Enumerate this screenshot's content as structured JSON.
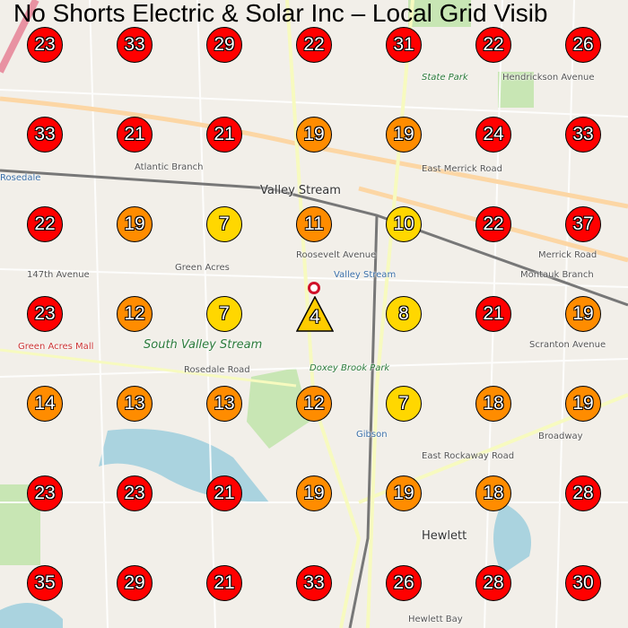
{
  "title": "No Shorts Electric & Solar Inc – Local Grid Visib",
  "legend_colors": {
    "low": "#ffd700",
    "medium": "#ff8c00",
    "high": "#ff0000"
  },
  "center_site": {
    "value": "4",
    "shape": "triangle",
    "color": "#ffcc00",
    "pin_icon": "location-pin-icon"
  },
  "grid": [
    [
      "23",
      "33",
      "29",
      "22",
      "31",
      "22",
      "26"
    ],
    [
      "33",
      "21",
      "21",
      "19",
      "19",
      "24",
      "33"
    ],
    [
      "22",
      "19",
      "7",
      "11",
      "10",
      "22",
      "37"
    ],
    [
      "23",
      "12",
      "7",
      null,
      "8",
      "21",
      "19"
    ],
    [
      "14",
      "13",
      "13",
      "12",
      "7",
      "18",
      "19"
    ],
    [
      "23",
      "23",
      "21",
      "19",
      "19",
      "18",
      "28"
    ],
    [
      "35",
      "29",
      "21",
      "33",
      "26",
      "28",
      "30"
    ]
  ],
  "map_labels": [
    {
      "text": "Valley Stream",
      "kind": "place"
    },
    {
      "text": "Green Acres",
      "kind": "road"
    },
    {
      "text": "South Valley Stream",
      "kind": "park"
    },
    {
      "text": "Hewlett",
      "kind": "place"
    },
    {
      "text": "Rosedale",
      "kind": "water"
    },
    {
      "text": "Gibson",
      "kind": "water"
    },
    {
      "text": "Green Acres Mall",
      "kind": "road"
    },
    {
      "text": "Roosevelt Avenue",
      "kind": "road"
    },
    {
      "text": "Rosedale Road",
      "kind": "road"
    },
    {
      "text": "Merrick Road",
      "kind": "road"
    },
    {
      "text": "East Merrick Road",
      "kind": "road"
    },
    {
      "text": "Montauk Branch",
      "kind": "road"
    },
    {
      "text": "Atlantic Branch",
      "kind": "road"
    },
    {
      "text": "Doxey Brook Park",
      "kind": "park"
    },
    {
      "text": "147th Avenue",
      "kind": "road"
    },
    {
      "text": "Scranton Avenue",
      "kind": "road"
    },
    {
      "text": "East Rockaway Road",
      "kind": "road"
    },
    {
      "text": "Broadway",
      "kind": "road"
    },
    {
      "text": "Hewlett Bay",
      "kind": "road"
    },
    {
      "text": "Hendrickson Avenue",
      "kind": "road"
    },
    {
      "text": "State Park",
      "kind": "park"
    },
    {
      "text": "Valley Stream",
      "kind": "water"
    }
  ]
}
